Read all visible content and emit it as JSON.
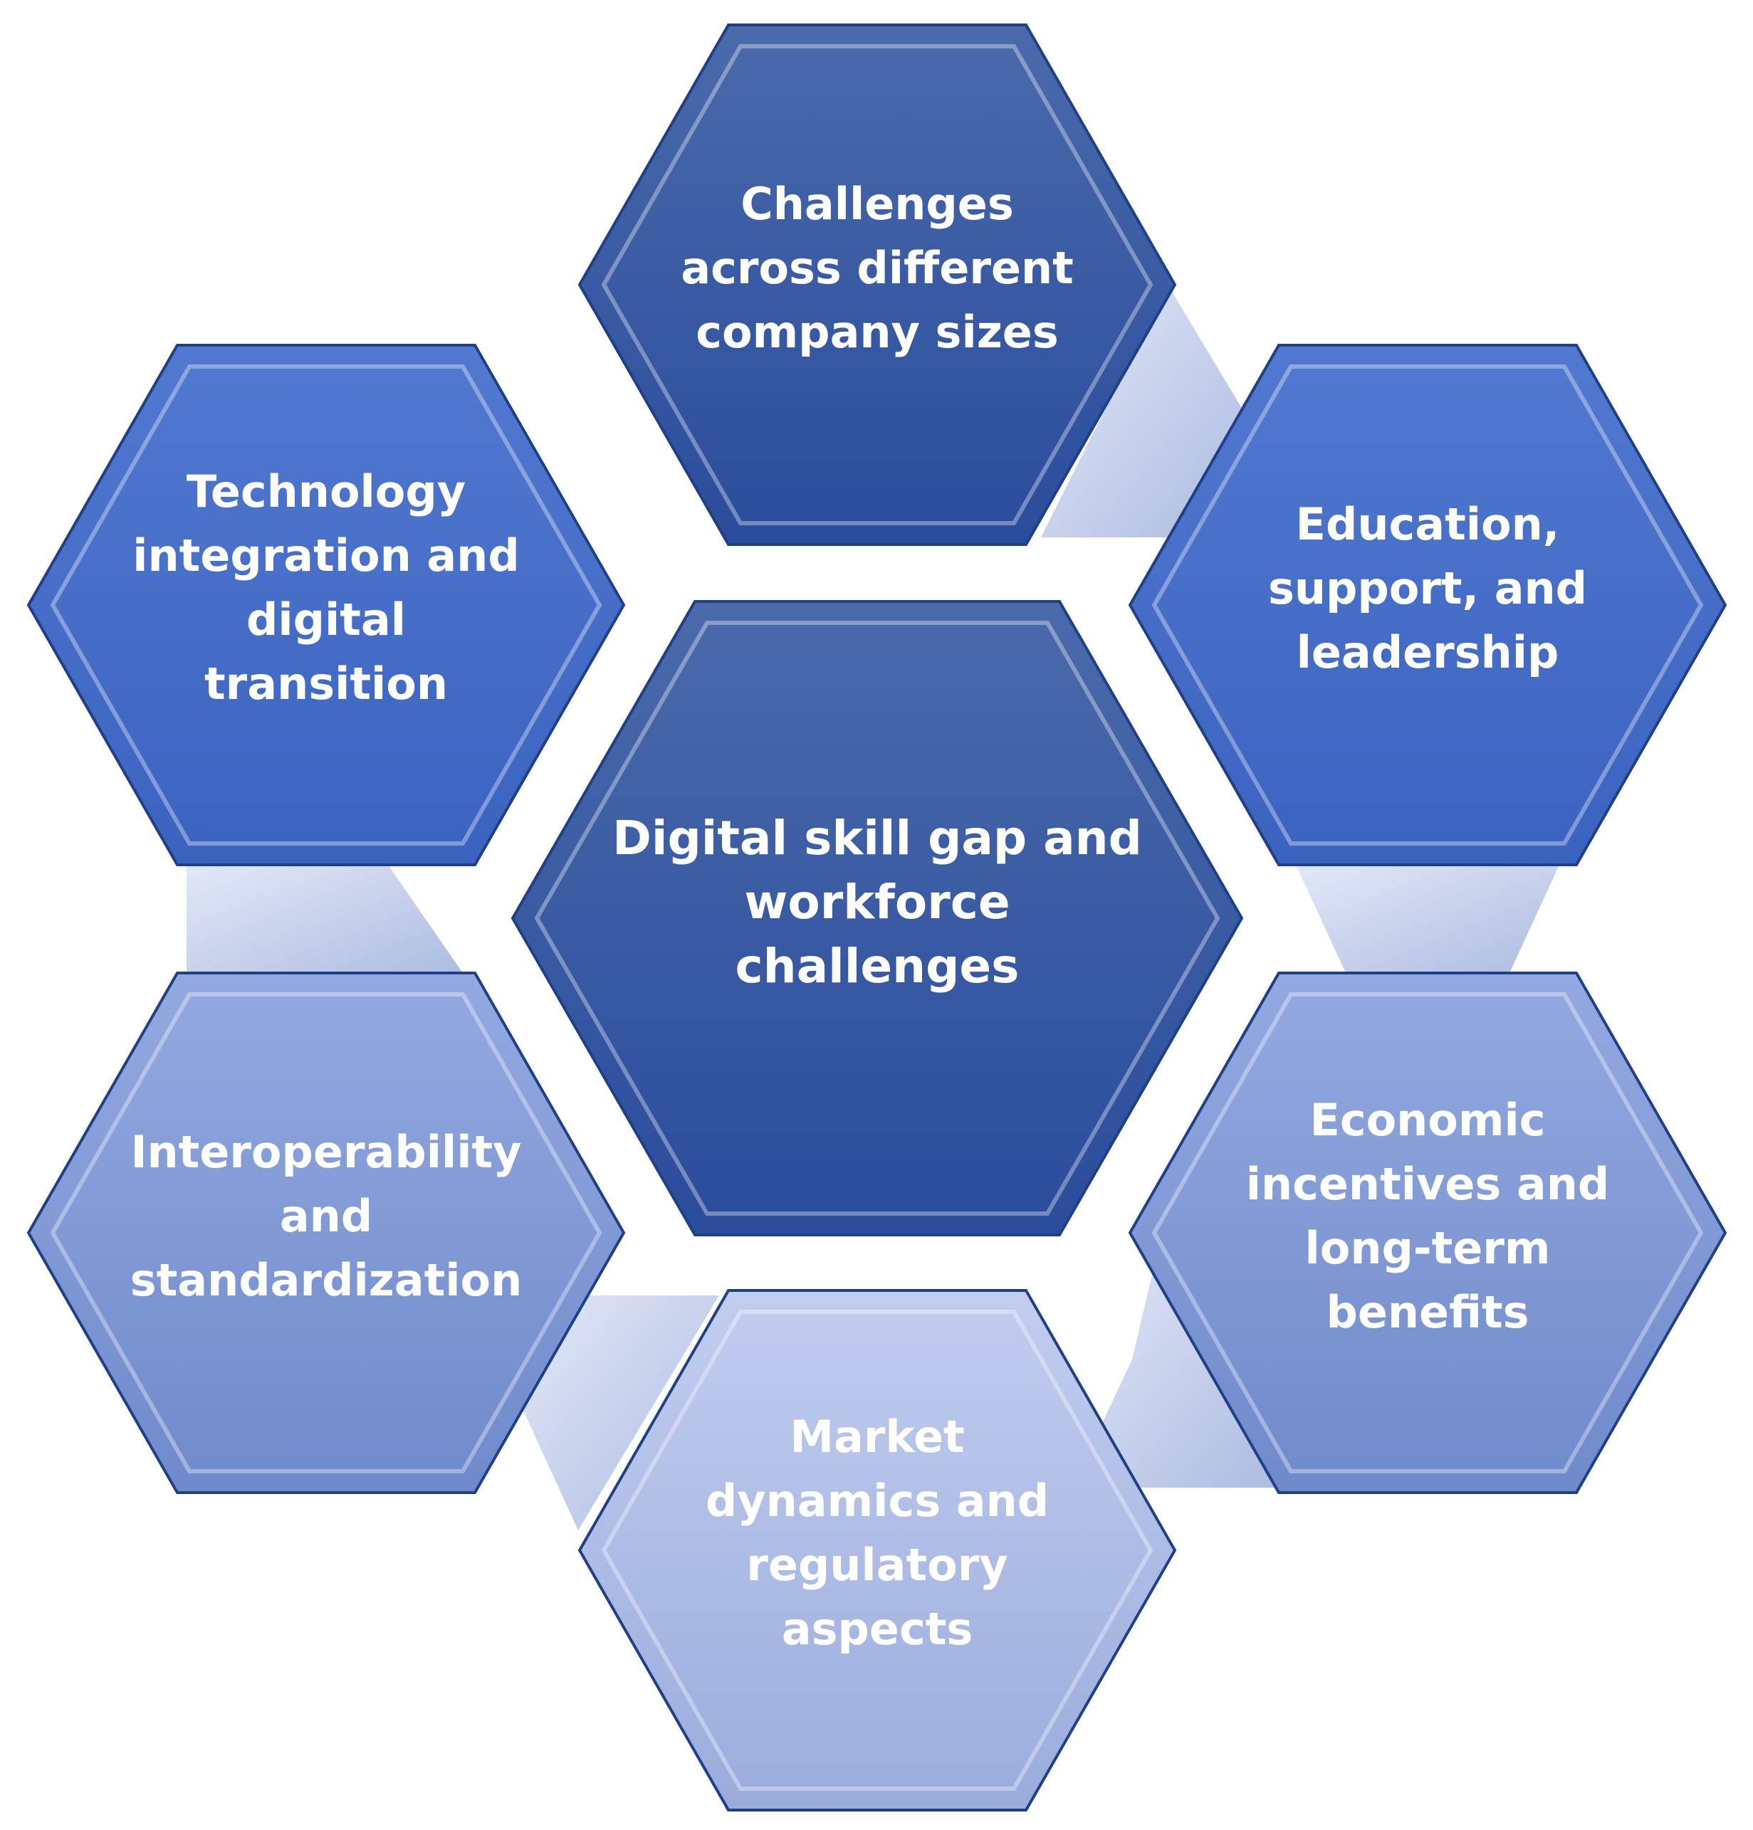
{
  "diagram": {
    "center": {
      "label": [
        "Digital skill gap and",
        "workforce",
        "challenges"
      ],
      "color": "#2f55a0"
    },
    "hexagons": [
      {
        "id": "top",
        "label": [
          "Challenges",
          "across different",
          "company sizes"
        ],
        "color": "#2f55a0"
      },
      {
        "id": "upper-right",
        "label": [
          "Education,",
          "support, and",
          "leadership"
        ],
        "color": "#4169c8"
      },
      {
        "id": "lower-right",
        "label": [
          "Economic",
          "incentives and",
          "long-term",
          "benefits"
        ],
        "color": "#7c96d6"
      },
      {
        "id": "bottom",
        "label": [
          "Market",
          "dynamics and",
          "regulatory",
          "aspects"
        ],
        "color": "#aebde6"
      },
      {
        "id": "lower-left",
        "label": [
          "Interoperability",
          "and",
          "standardization"
        ],
        "color": "#7c96d6"
      },
      {
        "id": "upper-left",
        "label": [
          "Technology",
          "integration and",
          "digital",
          "transition"
        ],
        "color": "#4169c8"
      }
    ],
    "connector_color": "#b8c4e8"
  }
}
